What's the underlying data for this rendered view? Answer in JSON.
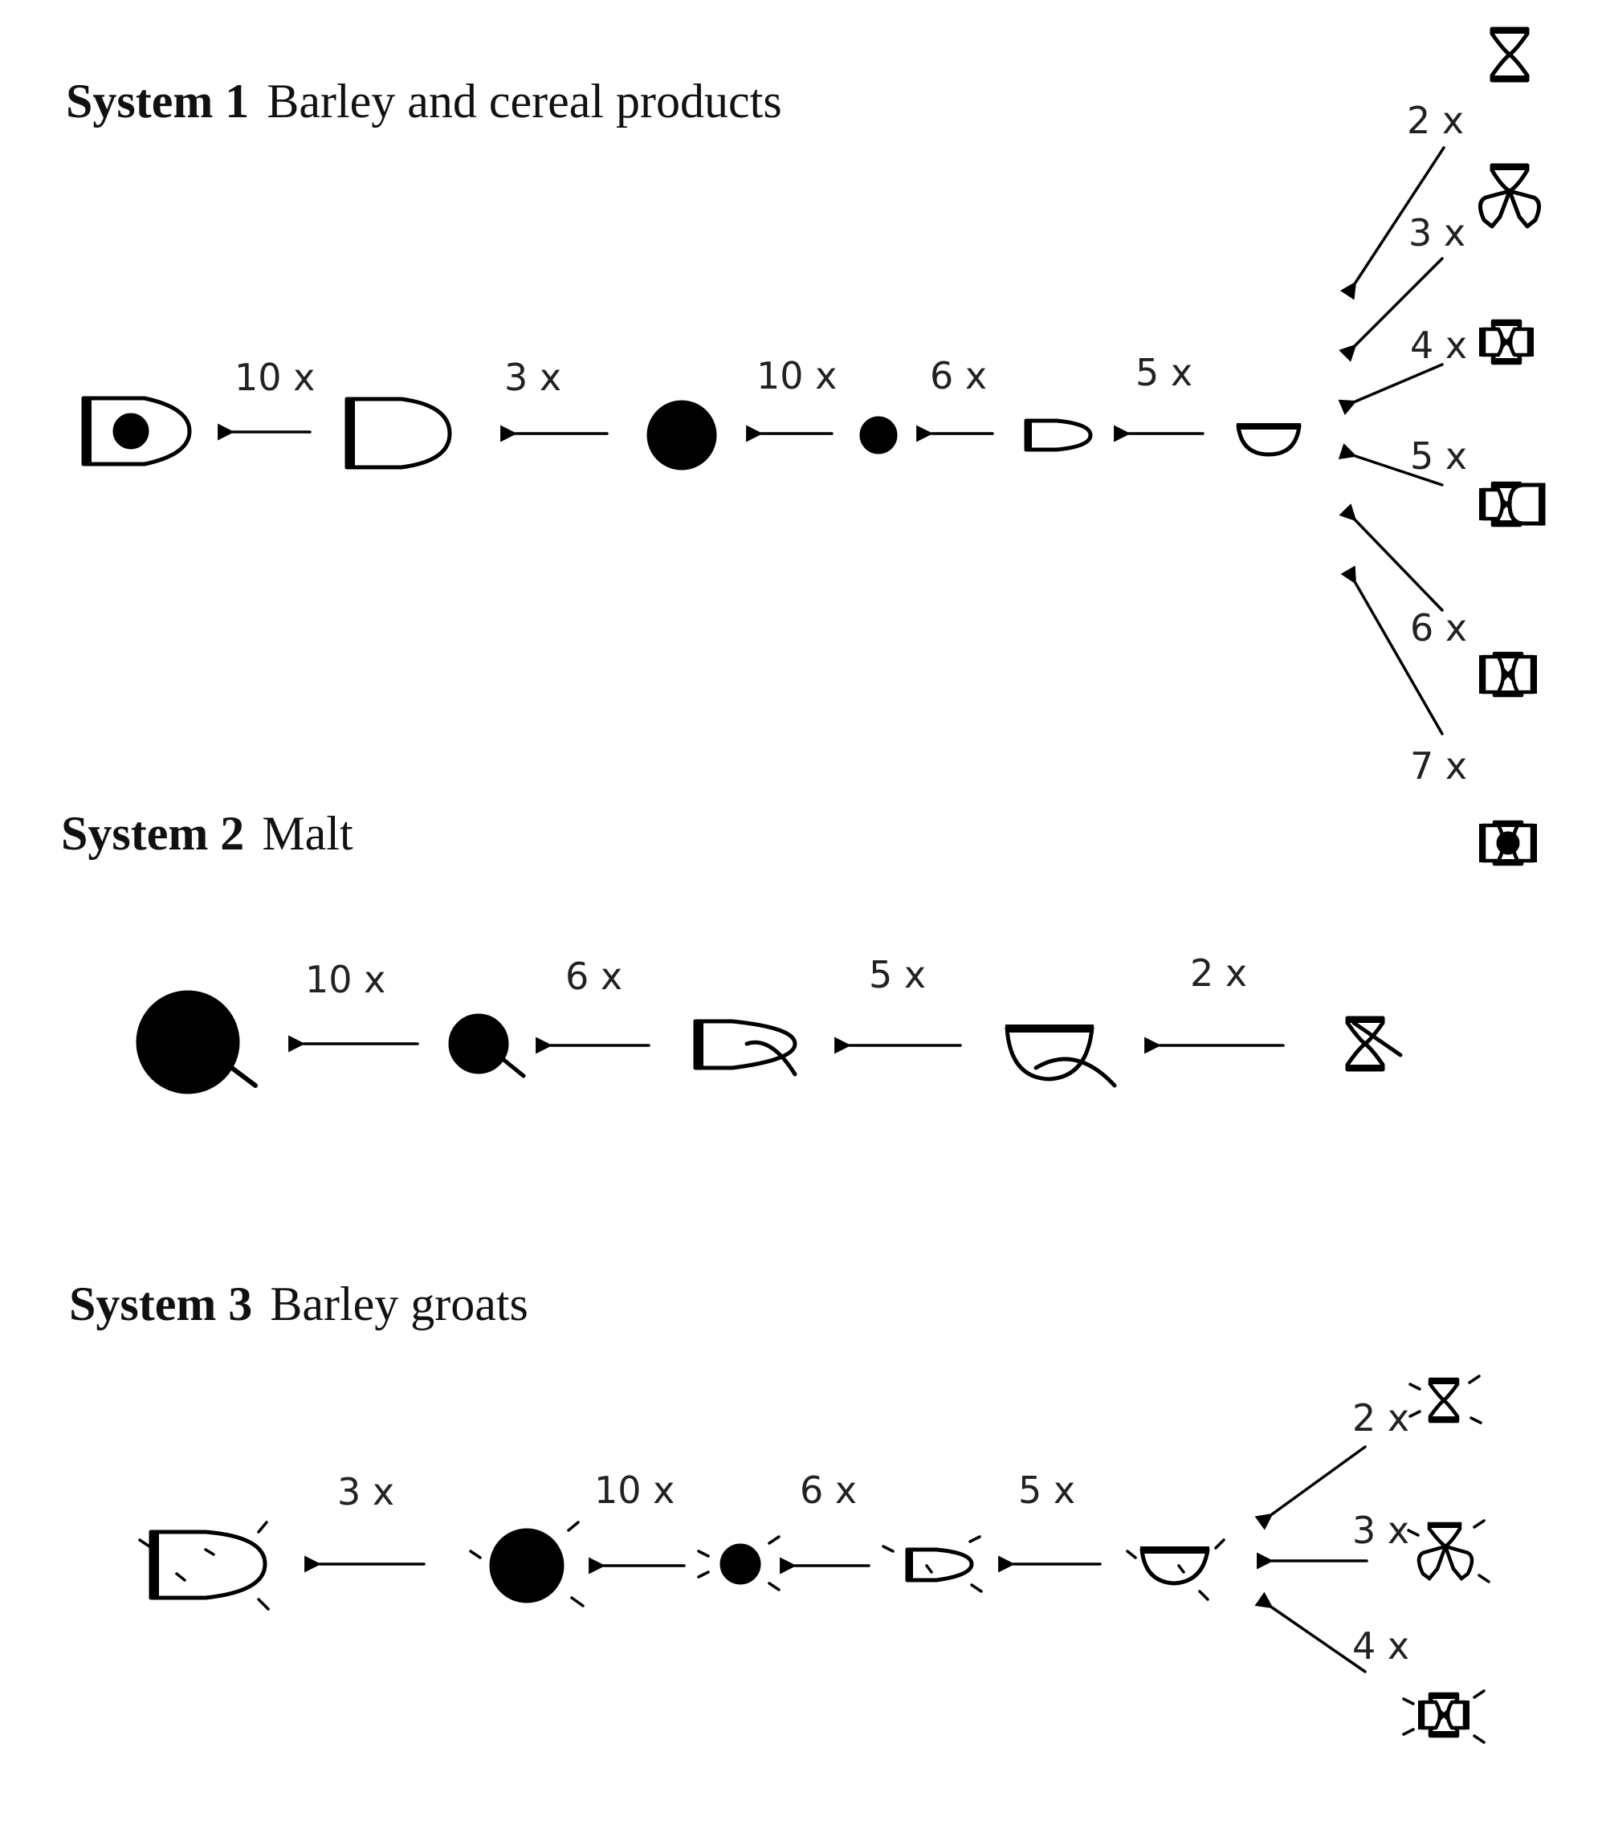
{
  "systems": [
    {
      "label": "System 1",
      "name": "Barley and cereal products",
      "chain_multipliers": [
        "10 x",
        "3 x",
        "10 x",
        "6 x",
        "5 x"
      ],
      "branch_multipliers": [
        "2 x",
        "3 x",
        "4 x",
        "5 x",
        "6 x",
        "7 x"
      ]
    },
    {
      "label": "System 2",
      "name": "Malt",
      "chain_multipliers": [
        "10 x",
        "6 x",
        "5 x",
        "2 x"
      ]
    },
    {
      "label": "System 3",
      "name": "Barley groats",
      "chain_multipliers": [
        "3 x",
        "10 x",
        "6 x",
        "5 x"
      ],
      "branch_multipliers": [
        "2 x",
        "3 x",
        "4 x"
      ]
    }
  ]
}
